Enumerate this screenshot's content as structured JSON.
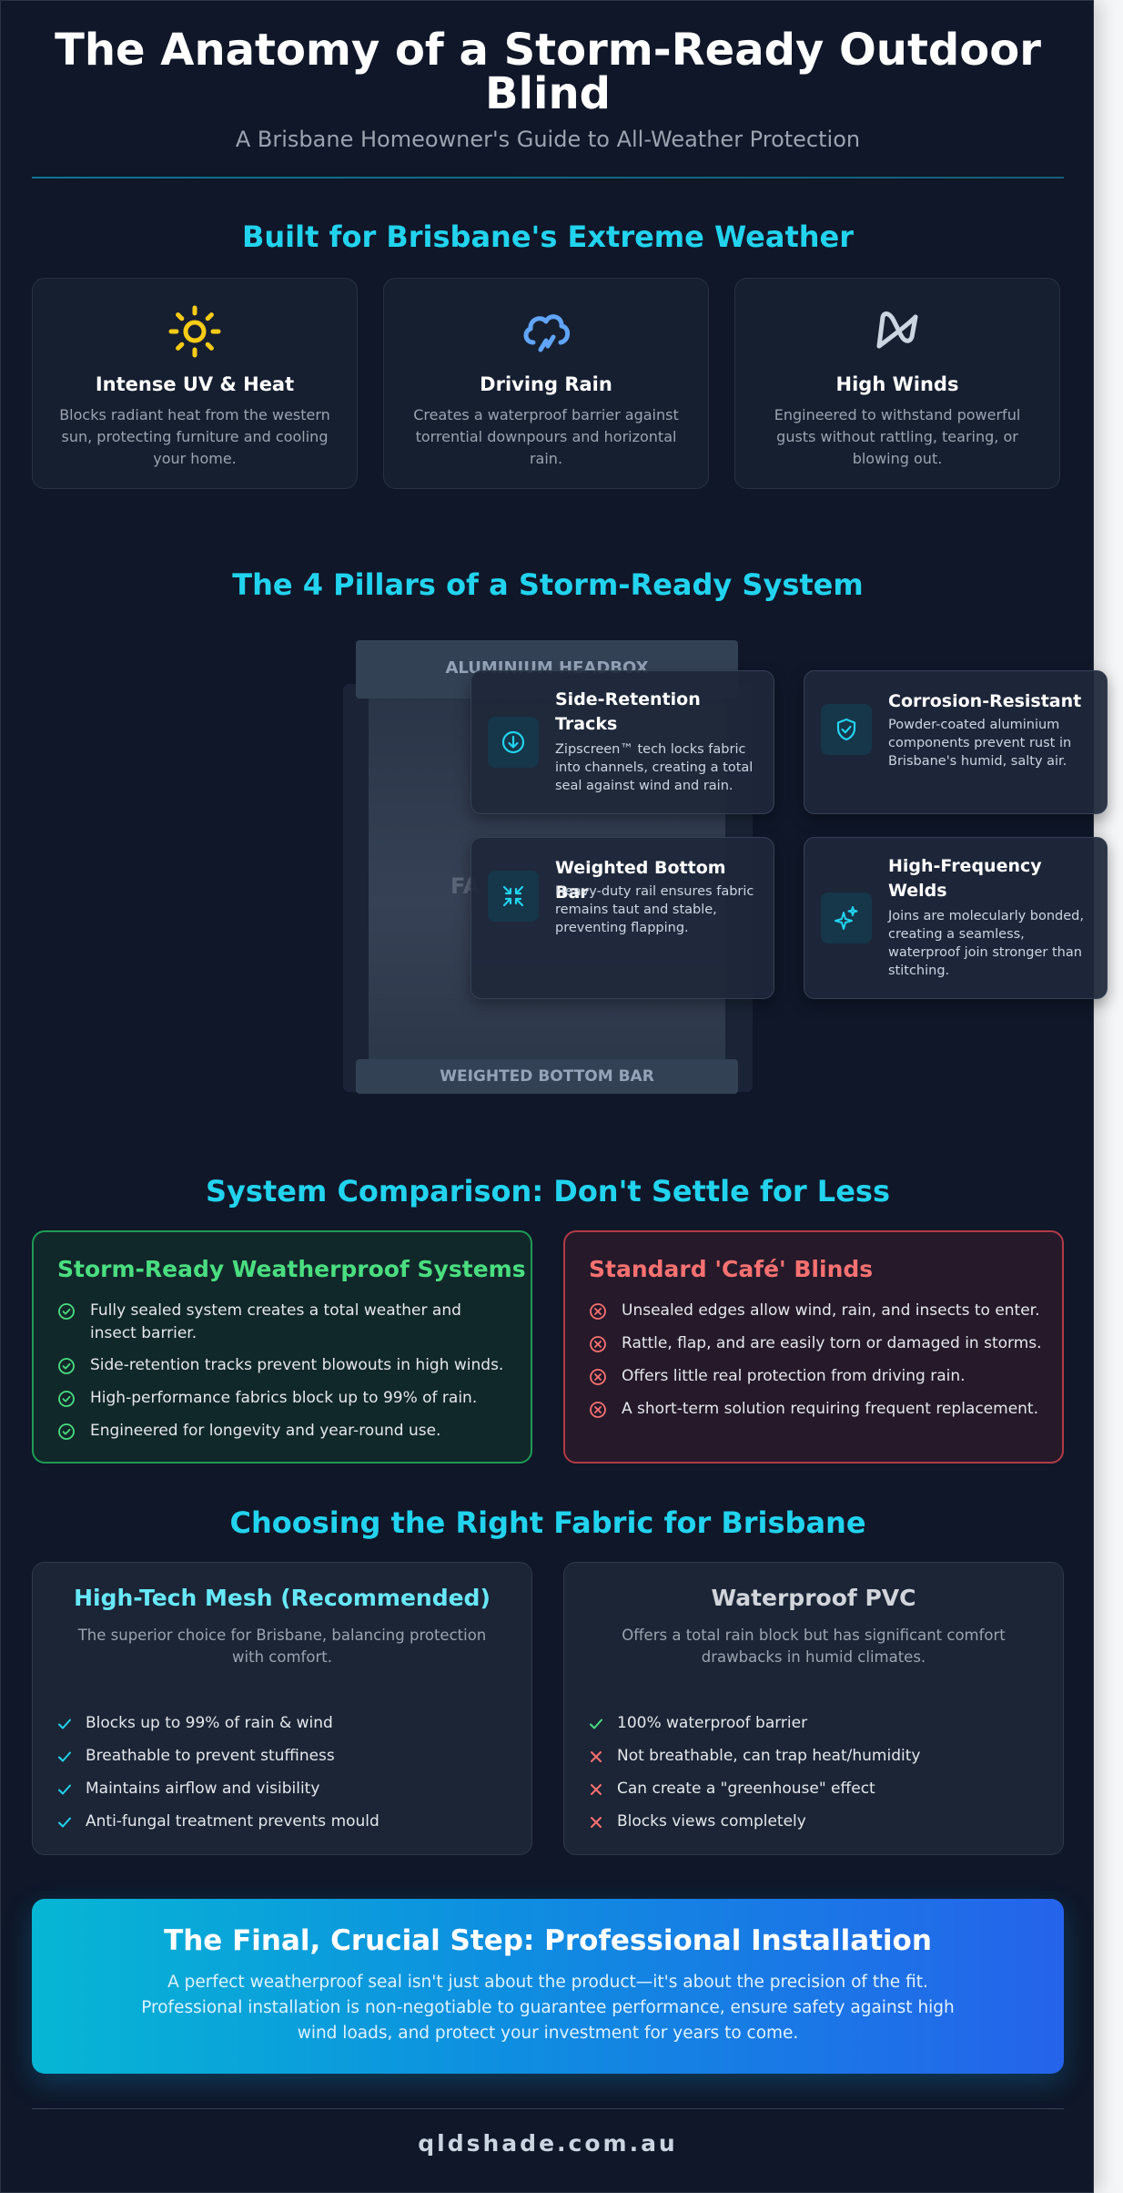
{
  "header": {
    "title_line1": "The Anatomy of a Storm-Ready Outdoor",
    "title_line2": "Blind",
    "subtitle": "A Brisbane Homeowner's Guide to All-Weather Protection"
  },
  "weather": {
    "title": "Built for Brisbane's Extreme Weather",
    "cards": [
      {
        "icon": "sun-icon",
        "title": "Intense UV & Heat",
        "desc": "Blocks radiant heat from the western sun, protecting furniture and cooling your home."
      },
      {
        "icon": "rain-cloud-icon",
        "title": "Driving Rain",
        "desc": "Creates a waterproof barrier against torrential downpours and horizontal rain."
      },
      {
        "icon": "wind-icon",
        "title": "High Winds",
        "desc": "Engineered to withstand powerful gusts without rattling, tearing, or blowing out."
      }
    ]
  },
  "pillars": {
    "title": "The 4 Pillars of a Storm-Ready System",
    "diagram": {
      "headbox": "ALUMINIUM HEADBOX",
      "bottom_bar": "WEIGHTED BOTTOM BAR",
      "fabric": "FA"
    },
    "cards": [
      {
        "icon": "arrow-down-circle-icon",
        "title": "Side-Retention Tracks",
        "desc": "Zipscreen™ tech locks fabric into channels, creating a total seal against wind and rain."
      },
      {
        "icon": "shield-check-icon",
        "title": "Corrosion-Resistant",
        "desc": "Powder-coated aluminium components prevent rust in Brisbane's humid, salty air."
      },
      {
        "icon": "compress-arrows-icon",
        "title": "Weighted Bottom Bar",
        "desc": "Heavy-duty rail ensures fabric remains taut and stable, preventing flapping."
      },
      {
        "icon": "sparkles-icon",
        "title": "High-Frequency Welds",
        "desc": "Joins are molecularly bonded, creating a seamless, waterproof join stronger than stitching."
      }
    ]
  },
  "comparison": {
    "title": "System Comparison: Don't Settle for Less",
    "good": {
      "title": "Storm-Ready Weatherproof Systems",
      "items": [
        "Fully sealed system creates a total weather and insect barrier.",
        "Side-retention tracks prevent blowouts in high winds.",
        "High-performance fabrics block up to 99% of rain.",
        "Engineered for longevity and year-round use."
      ]
    },
    "bad": {
      "title": "Standard 'Café' Blinds",
      "items": [
        "Unsealed edges allow wind, rain, and insects to enter.",
        "Rattle, flap, and are easily torn or damaged in storms.",
        "Offers little real protection from driving rain.",
        "A short-term solution requiring frequent replacement."
      ]
    }
  },
  "fabric": {
    "title": "Choosing the Right Fabric for Brisbane",
    "mesh": {
      "title": "High-Tech Mesh (Recommended)",
      "desc": "The superior choice for Brisbane, balancing protection with comfort.",
      "items": [
        "Blocks up to 99% of rain & wind",
        "Breathable to prevent stuffiness",
        "Maintains airflow and visibility",
        "Anti-fungal treatment prevents mould"
      ]
    },
    "pvc": {
      "title": "Waterproof PVC",
      "desc": "Offers a total rain block but has significant comfort drawbacks in humid climates.",
      "items": [
        {
          "text": "100% waterproof barrier",
          "positive": true
        },
        {
          "text": "Not breathable, can trap heat/humidity",
          "positive": false
        },
        {
          "text": "Can create a \"greenhouse\" effect",
          "positive": false
        },
        {
          "text": "Blocks views completely",
          "positive": false
        }
      ]
    }
  },
  "install": {
    "title": "The Final, Crucial Step: Professional Installation",
    "desc": "A perfect weatherproof seal isn't just about the product—it's about the precision of the fit. Professional installation is non-negotiable to guarantee performance, ensure safety against high wind loads, and protect your investment for years to come."
  },
  "footer": {
    "site": "qldshade.com.au"
  },
  "colors": {
    "background": "#0f1729",
    "accent": "#22d3ee",
    "good": "#4ade80",
    "bad": "#f87171"
  }
}
